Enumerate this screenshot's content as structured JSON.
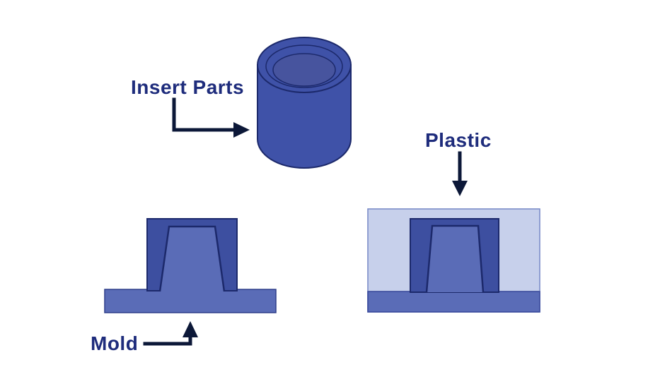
{
  "diagram": {
    "title": "Insert molding process diagram",
    "labels": {
      "insert_parts": "Insert Parts",
      "plastic": "Plastic",
      "mold": "Mold"
    }
  },
  "colors": {
    "background": "#FFFFFF",
    "cylinder_body": "#3F52A8",
    "cylinder_hole": "#47549E",
    "mold_block_dark": "#3D4FA0",
    "mold_medium": "#5A6CB7",
    "plastic_pale": "#C7D0EB",
    "outline_dark": "#1C296B",
    "outline_medium": "#7687C6",
    "base_outline": "#2F3F8A",
    "band_outline": "#36479A",
    "label_text": "#1E2C7C",
    "arrow": "#0C1838"
  }
}
